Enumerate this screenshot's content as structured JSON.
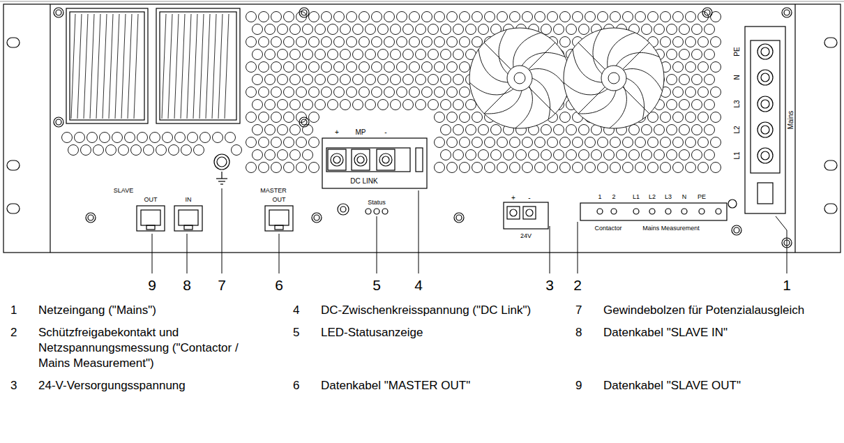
{
  "diagram": {
    "labels": [
      "+",
      "MP",
      "-",
      "DC LINK",
      "PE",
      "N",
      "L3",
      "L2",
      "L1",
      "Mains",
      "SLAVE",
      "OUT",
      "IN",
      "MASTER",
      "OUT",
      "Status",
      "+",
      "-",
      "24V",
      "1",
      "2",
      "L1",
      "L2",
      "L3",
      "N",
      "PE",
      "Contactor",
      "Mains Measurement",
      "9",
      "8",
      "7",
      "6",
      "5",
      "4",
      "3",
      "2",
      "1",
      "1",
      "Netzeingang (\"Mains\")",
      "4",
      "DC-Zwischenkreisspannung (\"DC Link\")",
      "7",
      "Gewindebolzen für Potenzialausgleich",
      "2",
      "Schützfreigabekontakt und Netzspannungsmessung (\"Contactor / Mains Measurement\")",
      "5",
      "LED-Statusanzeige",
      "8",
      "Datenkabel \"SLAVE IN\"",
      "3",
      "24-V-Versorgungsspannung",
      "6",
      "Datenkabel \"MASTER OUT\"",
      "9",
      "Datenkabel \"SLAVE OUT\""
    ]
  }
}
